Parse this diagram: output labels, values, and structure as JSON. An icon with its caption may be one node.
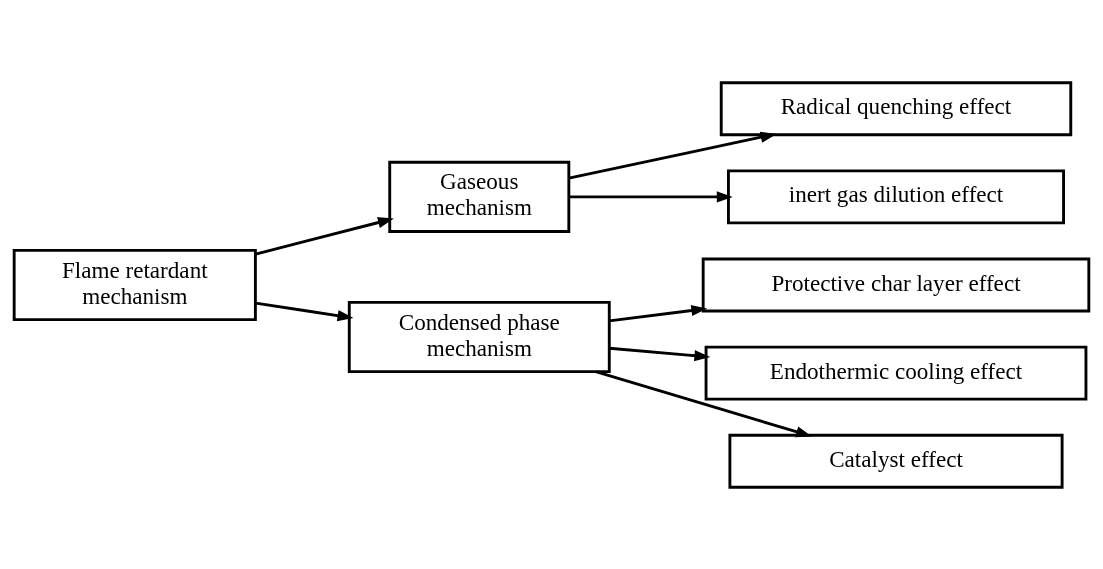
{
  "diagram": {
    "nodes": [
      {
        "text": [
          "Flame retardant mechanism"
        ]
      },
      {
        "text": [
          "Gaseous mechanism"
        ]
      },
      {
        "text": [
          "Condensed phase mechanism"
        ]
      },
      {
        "text": [
          "Radical quenching effect"
        ]
      },
      {
        "text": [
          "inert gas dilution effect"
        ]
      },
      {
        "text": [
          "Protective char layer effect"
        ]
      },
      {
        "text": [
          "Endothermic cooling effect"
        ]
      },
      {
        "text": [
          "Catalyst effect"
        ]
      }
    ],
    "edges": [
      {
        "from": 0,
        "to": 1,
        "arrow": "to"
      },
      {
        "from": 0,
        "to": 2,
        "arrow": "to"
      },
      {
        "from": 1,
        "to": 3,
        "arrow": "to"
      },
      {
        "from": 1,
        "to": 4,
        "arrow": "to"
      },
      {
        "from": 2,
        "to": 5,
        "arrow": "to"
      },
      {
        "from": 2,
        "to": 6,
        "arrow": "to"
      },
      {
        "from": 2,
        "to": 7,
        "arrow": "to"
      }
    ]
  }
}
